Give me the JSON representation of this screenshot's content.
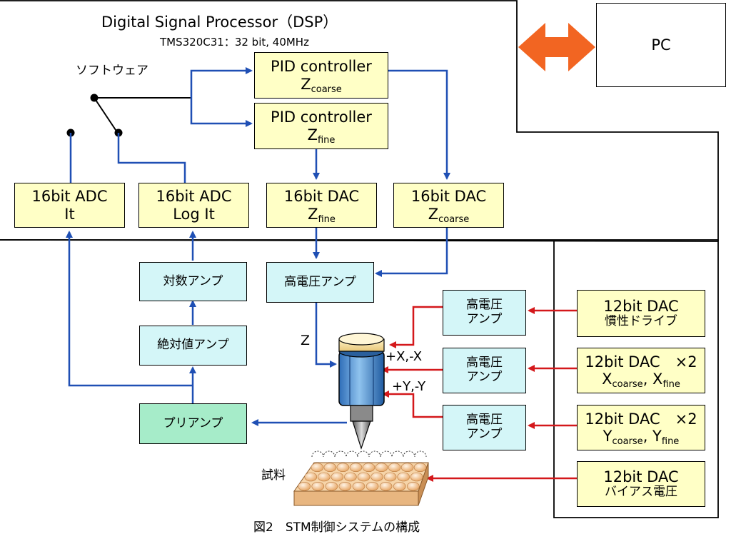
{
  "dsp": {
    "title": "Digital Signal Processor（DSP）",
    "subtitle": "TMS320C31：32 bit, 40MHz",
    "software_label": "ソフトウェア"
  },
  "pc": {
    "label": "PC"
  },
  "pid_coarse": {
    "line1": "PID controller",
    "z": "Z",
    "sub": "coarse"
  },
  "pid_fine": {
    "line1": "PID controller",
    "z": "Z",
    "sub": "fine"
  },
  "adc_it": {
    "line1": "16bit ADC",
    "line2": "It"
  },
  "adc_logit": {
    "line1": "16bit ADC",
    "line2": "Log It"
  },
  "dac_fine": {
    "line1": "16bit DAC",
    "z": "Z",
    "sub": "fine"
  },
  "dac_coarse": {
    "line1": "16bit DAC",
    "z": "Z",
    "sub": "coarse"
  },
  "log_amp": {
    "label": "対数アンプ"
  },
  "abs_amp": {
    "label": "絶対値アンプ"
  },
  "pre_amp": {
    "label": "プリアンプ"
  },
  "hv_amp_z": {
    "label": "高電圧アンプ"
  },
  "hv_amp_1": {
    "line1": "高電圧",
    "line2": "アンプ"
  },
  "hv_amp_2": {
    "line1": "高電圧",
    "line2": "アンプ"
  },
  "hv_amp_3": {
    "line1": "高電圧",
    "line2": "アンプ"
  },
  "dac_inertia": {
    "line1": "12bit DAC",
    "line2": "慣性ドライブ"
  },
  "dac_x": {
    "line1": "12bit DAC　×2",
    "a": "X",
    "a_sub": "coarse",
    "sep": ", ",
    "b": "X",
    "b_sub": "fine"
  },
  "dac_y": {
    "line1": "12bit DAC　×2",
    "a": "Y",
    "a_sub": "coarse",
    "sep": ", ",
    "b": "Y",
    "b_sub": "fine"
  },
  "dac_bias": {
    "line1": "12bit DAC",
    "line2": "バイアス電圧"
  },
  "labels": {
    "z_axis": "Z",
    "x_axis": "+X,-X",
    "y_axis": "+Y,-Y",
    "sample": "試料"
  },
  "caption": "図2　STM制御システムの構成",
  "colors": {
    "blue_line": "#1f4fb4",
    "red_line": "#d4181b",
    "orange_arrow": "#f26522",
    "box_yellow": "#ffffc6",
    "box_cyan": "#d4f6f8",
    "box_green": "#a6ecc9"
  }
}
